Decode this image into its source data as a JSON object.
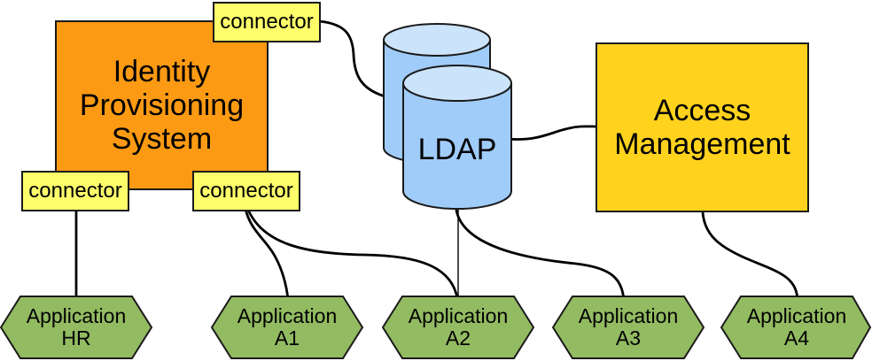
{
  "colors": {
    "orange": "#FC9A14",
    "yellow": "#FEFE6B",
    "gold": "#FFD21E",
    "blue-body": "#A0CCF9",
    "blue-top": "#CCE4FB",
    "green": "#93BB62",
    "outline": "#1A1A1A",
    "edge": "#000000"
  },
  "nodes": {
    "identity": {
      "lines": [
        "Identity",
        "Provisioning",
        "System"
      ]
    },
    "access": {
      "lines": [
        "Access",
        "Management"
      ]
    },
    "ldap": {
      "label": "LDAP"
    },
    "connector_top": {
      "label": "connector"
    },
    "connector_left": {
      "label": "connector"
    },
    "connector_mid": {
      "label": "connector"
    },
    "applications": [
      {
        "line1": "Application",
        "line2": "HR"
      },
      {
        "line1": "Application",
        "line2": "A1"
      },
      {
        "line1": "Application",
        "line2": "A2"
      },
      {
        "line1": "Application",
        "line2": "A3"
      },
      {
        "line1": "Application",
        "line2": "A4"
      }
    ]
  }
}
